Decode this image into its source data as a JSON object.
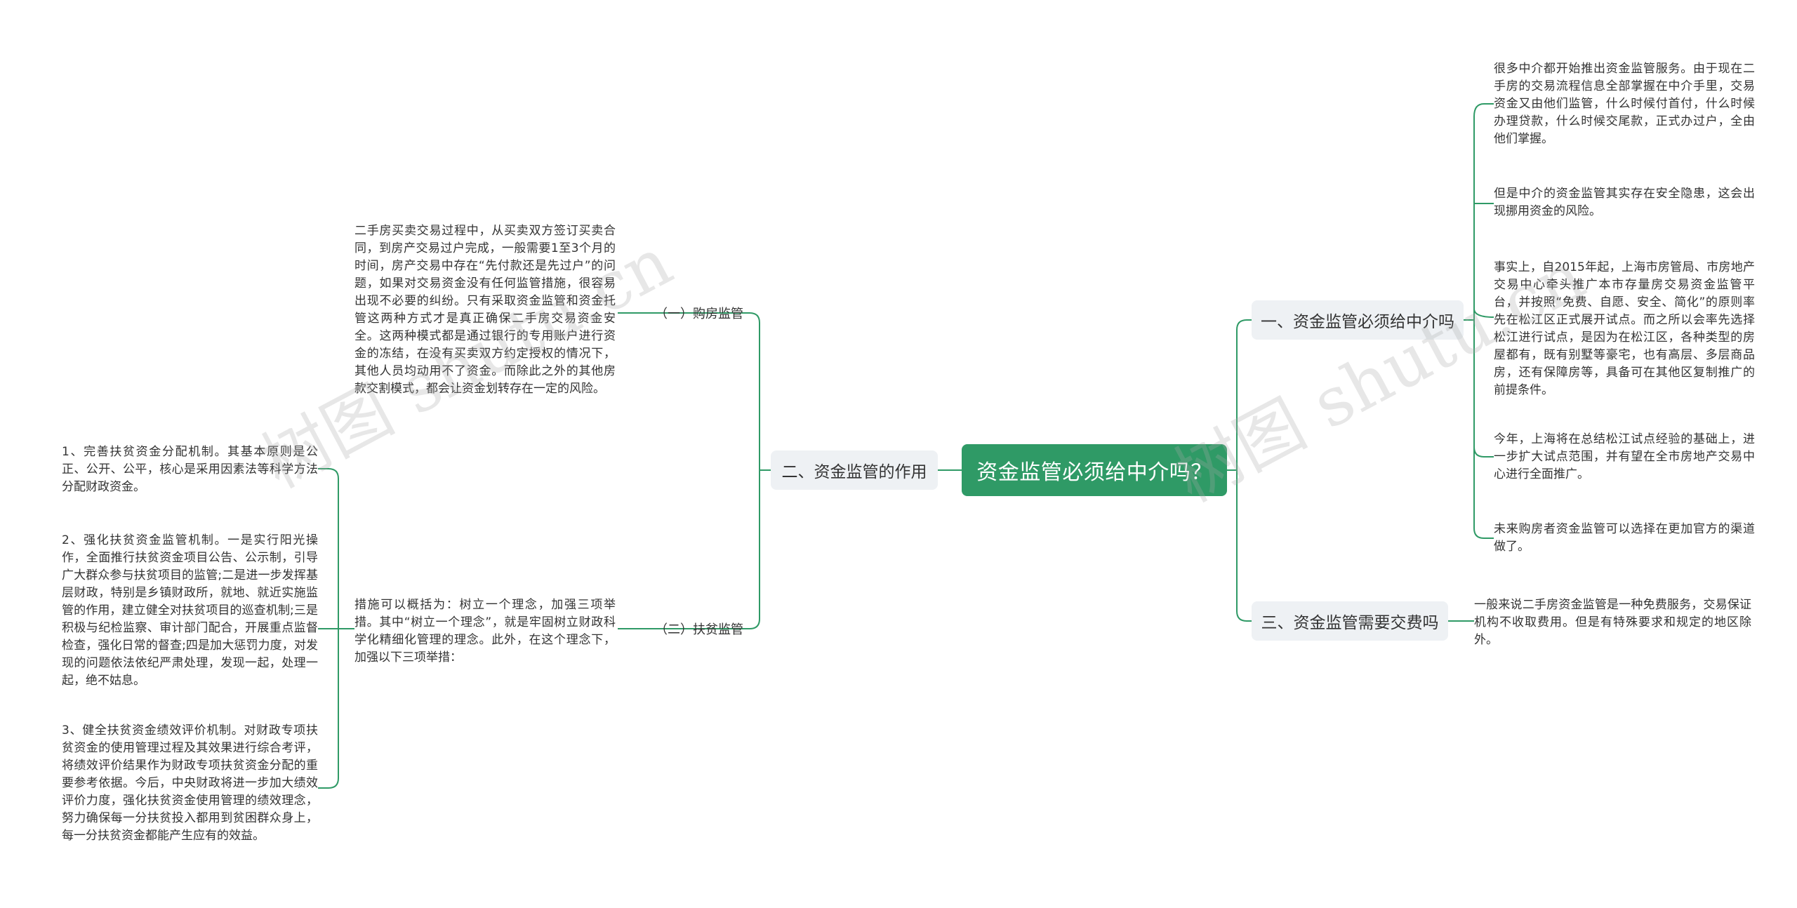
{
  "root": {
    "label": "资金监管必须给中介吗？"
  },
  "colors": {
    "root_bg": "#2f9a66",
    "branch_bg": "#eef1f4",
    "line": "#2f9a66"
  },
  "branches": {
    "b1": {
      "label": "一、资金监管必须给中介吗"
    },
    "b2": {
      "label": "二、资金监管的作用"
    },
    "b3": {
      "label": "三、资金监管需要交费吗"
    }
  },
  "subs": {
    "s1": {
      "label": "（一）购房监管"
    },
    "s2": {
      "label": "（二）扶贫监管"
    }
  },
  "right_texts": {
    "r1": "很多中介都开始推出资金监管服务。由于现在二手房的交易流程信息全部掌握在中介手里，交易资金又由他们监管，什么时候付首付，什么时候办理贷款，什么时候交尾款，正式办过户，全由他们掌握。",
    "r2": "但是中介的资金监管其实存在安全隐患，这会出现挪用资金的风险。",
    "r3": "事实上，自2015年起，上海市房管局、市房地产交易中心牵头推广本市存量房交易资金监管平台，并按照“免费、自愿、安全、简化”的原则率先在松江区正式展开试点。而之所以会率先选择松江进行试点，是因为在松江区，各种类型的房屋都有，既有别墅等豪宅，也有高层、多层商品房，还有保障房等，具备可在其他区复制推广的前提条件。",
    "r4": "今年，上海将在总结松江试点经验的基础上，进一步扩大试点范围，并有望在全市房地产交易中心进行全面推广。",
    "r5": "未来购房者资金监管可以选择在更加官方的渠道做了。",
    "r6": "一般来说二手房资金监管是一种免费服务，交易保证机构不收取费用。但是有特殊要求和规定的地区除外。"
  },
  "mid_texts": {
    "m1": "二手房买卖交易过程中，从买卖双方签订买卖合同，到房产交易过户完成，一般需要1至3个月的时间，房产交易中存在“先付款还是先过户”的问题，如果对交易资金没有任何监管措施，很容易出现不必要的纠纷。只有采取资金监管和资金托管这两种方式才是真正确保二手房交易资金安全。这两种模式都是通过银行的专用账户进行资金的冻结，在没有买卖双方约定授权的情况下，其他人员均动用不了资金。而除此之外的其他房款交割模式，都会让资金划转存在一定的风险。",
    "m2": "措施可以概括为：树立一个理念，加强三项举措。其中“树立一个理念”，就是牢固树立财政科学化精细化管理的理念。此外，在这个理念下，加强以下三项举措："
  },
  "left_texts": {
    "l1": "1、完善扶贫资金分配机制。其基本原则是公正、公开、公平，核心是采用因素法等科学方法分配财政资金。",
    "l2": "2、强化扶贫资金监管机制。一是实行阳光操作，全面推行扶贫资金项目公告、公示制，引导广大群众参与扶贫项目的监管;二是进一步发挥基层财政，特别是乡镇财政所，就地、就近实施监管的作用，建立健全对扶贫项目的巡查机制;三是积极与纪检监察、审计部门配合，开展重点监督检查，强化日常的督查;四是加大惩罚力度，对发现的问题依法依纪严肃处理，发现一起，处理一起，绝不姑息。",
    "l3": "3、健全扶贫资金绩效评价机制。对财政专项扶贫资金的使用管理过程及其效果进行综合考评，将绩效评价结果作为财政专项扶贫资金分配的重要参考依据。今后，中央财政将进一步加大绩效评价力度，强化扶贫资金使用管理的绩效理念，努力确保每一分扶贫投入都用到贫困群众身上，每一分扶贫资金都能产生应有的效益。"
  },
  "watermark": {
    "text1": "树图 shutu.cn",
    "text2": "树图 shutu.cn"
  }
}
